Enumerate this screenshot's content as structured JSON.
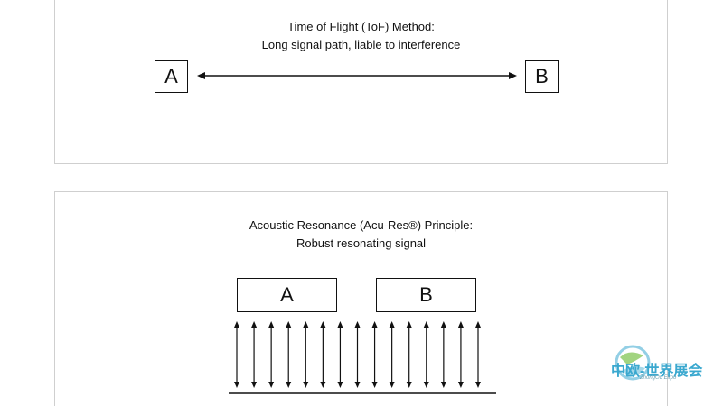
{
  "top_panel": {
    "title_line1": "Time of Flight (ToF) Method:",
    "title_line2": "Long signal path, liable to interference",
    "box_a": "A",
    "box_b": "B"
  },
  "bottom_panel": {
    "title_line1": "Acoustic Resonance (Acu-Res®) Principle:",
    "title_line2": "Robust resonating signal",
    "box_a": "A",
    "box_b": "B",
    "arrow_count": 15
  },
  "watermark": {
    "text": "中欧-世界展会",
    "subtext": "ZhongOu Expo"
  },
  "colors": {
    "line": "#111111",
    "panel_border": "#cfcfcf",
    "logo_blue": "#3aa8cf",
    "logo_green": "#7bc24a"
  }
}
